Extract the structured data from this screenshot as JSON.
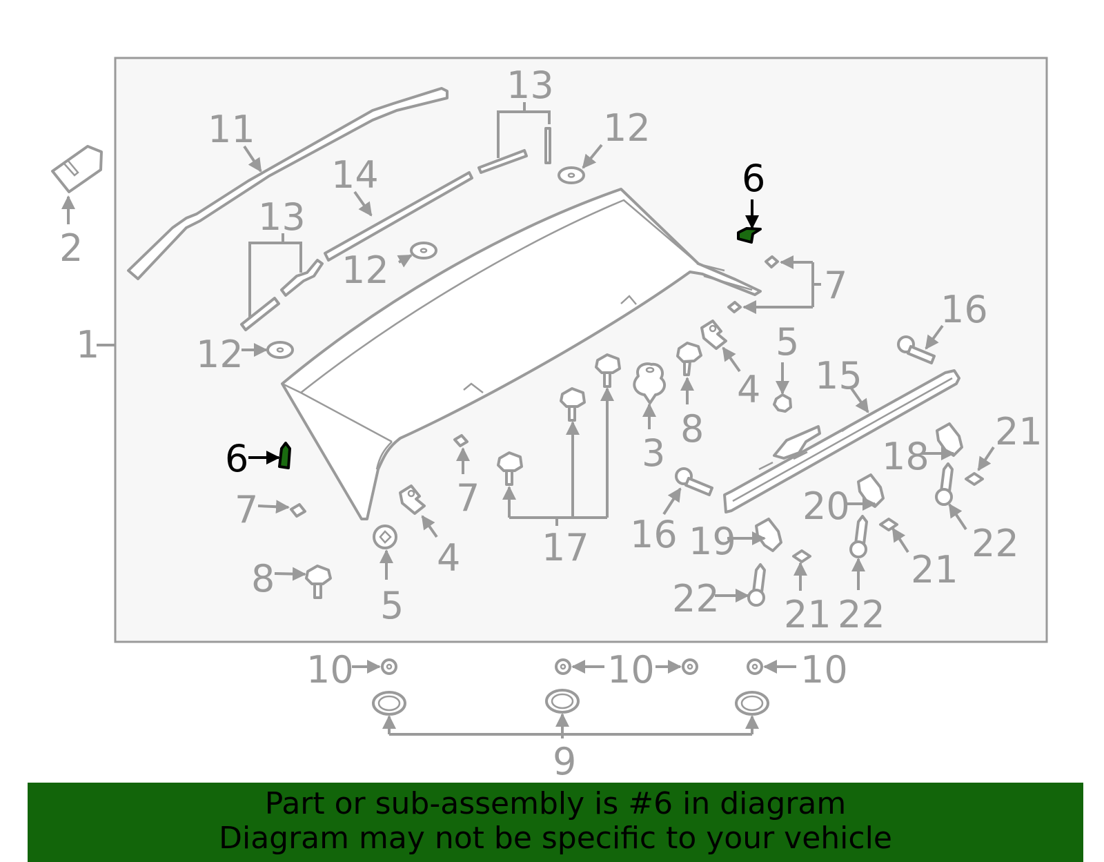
{
  "diagram": {
    "title": "Rear spoiler assembly parts diagram",
    "highlight_color": "#1a6a10",
    "line_color": "#9a9a9a",
    "frame_fill": "#f7f7f7",
    "highlighted_part": "6",
    "callouts": [
      {
        "id": "c1",
        "label": "1"
      },
      {
        "id": "c2",
        "label": "2"
      },
      {
        "id": "c3",
        "label": "3"
      },
      {
        "id": "c4a",
        "label": "4"
      },
      {
        "id": "c4b",
        "label": "4"
      },
      {
        "id": "c5a",
        "label": "5"
      },
      {
        "id": "c5b",
        "label": "5"
      },
      {
        "id": "c6a",
        "label": "6"
      },
      {
        "id": "c6b",
        "label": "6"
      },
      {
        "id": "c7a",
        "label": "7"
      },
      {
        "id": "c7b",
        "label": "7"
      },
      {
        "id": "c7c",
        "label": "7"
      },
      {
        "id": "c8a",
        "label": "8"
      },
      {
        "id": "c8b",
        "label": "8"
      },
      {
        "id": "c9",
        "label": "9"
      },
      {
        "id": "c10a",
        "label": "10"
      },
      {
        "id": "c10b",
        "label": "10"
      },
      {
        "id": "c10c",
        "label": "10"
      },
      {
        "id": "c11",
        "label": "11"
      },
      {
        "id": "c12a",
        "label": "12"
      },
      {
        "id": "c12b",
        "label": "12"
      },
      {
        "id": "c12c",
        "label": "12"
      },
      {
        "id": "c13a",
        "label": "13"
      },
      {
        "id": "c13b",
        "label": "13"
      },
      {
        "id": "c14",
        "label": "14"
      },
      {
        "id": "c15",
        "label": "15"
      },
      {
        "id": "c16a",
        "label": "16"
      },
      {
        "id": "c16b",
        "label": "16"
      },
      {
        "id": "c17",
        "label": "17"
      },
      {
        "id": "c18",
        "label": "18"
      },
      {
        "id": "c19",
        "label": "19"
      },
      {
        "id": "c20",
        "label": "20"
      },
      {
        "id": "c21a",
        "label": "21"
      },
      {
        "id": "c21b",
        "label": "21"
      },
      {
        "id": "c21c",
        "label": "21"
      },
      {
        "id": "c22a",
        "label": "22"
      },
      {
        "id": "c22b",
        "label": "22"
      },
      {
        "id": "c22c",
        "label": "22"
      }
    ]
  },
  "banner": {
    "line1": "Part or sub-assembly is #6 in diagram",
    "line2": "Diagram may not be specific to your vehicle",
    "background": "#12650a"
  }
}
